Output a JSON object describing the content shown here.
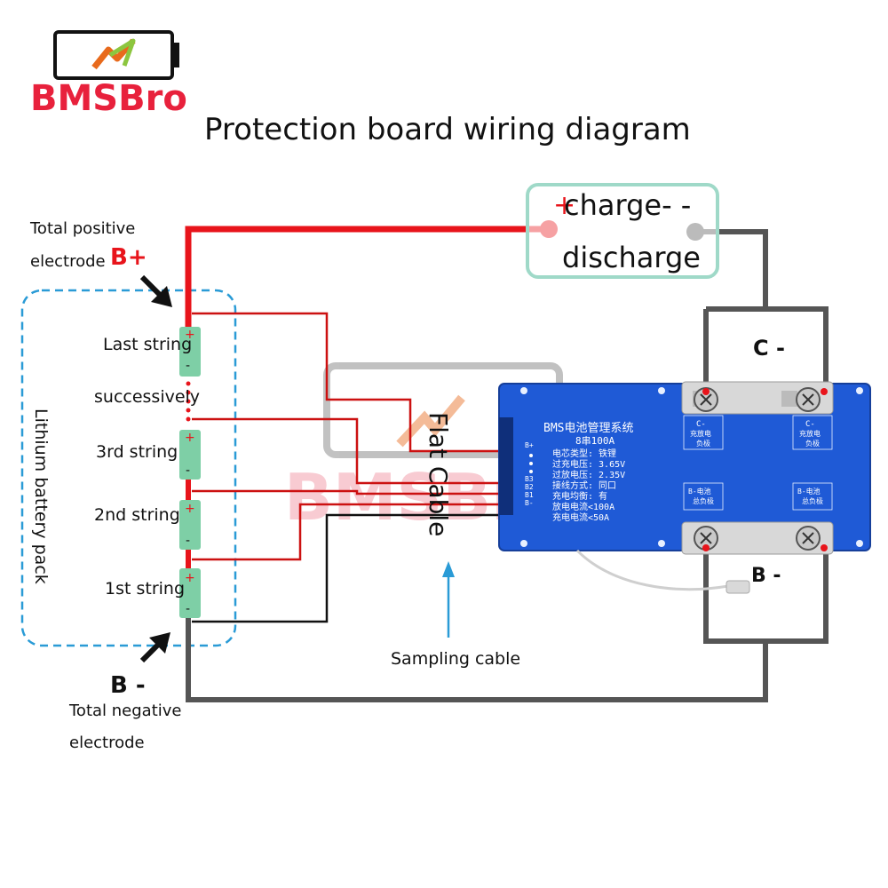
{
  "brand": {
    "name": "BMSBro",
    "watermark": "BMSBro",
    "color": "#e8213c"
  },
  "title": "Protection board wiring diagram",
  "battery_pack": {
    "label": "Lithium battery pack",
    "positive_label_line1": "Total positive",
    "positive_label_line2": "electrode",
    "positive_symbol": "B+",
    "negative_symbol": "B -",
    "negative_label_line1": "Total negative",
    "negative_label_line2": "electrode",
    "strings": [
      "Last string",
      "successively",
      "3rd string",
      "2nd string",
      "1st string"
    ],
    "cell_plus": "+",
    "cell_minus": "-"
  },
  "load": {
    "plus": "+",
    "line1": "charge- -",
    "line2": "discharge"
  },
  "cables": {
    "flat_cable": "Flat Cable",
    "sampling_cable": "Sampling cable"
  },
  "terminals": {
    "c_minus": "C -",
    "b_minus": "B -"
  },
  "bms_board": {
    "title": "BMS电池管理系统",
    "subtitle": "8串100A",
    "specs": [
      "电芯类型: 铁锂",
      "过充电压: 3.65V",
      "过放电压: 2.35V",
      "接线方式: 同口",
      "充电均衡: 有",
      "放电电流<100A",
      "充电电流<50A"
    ],
    "pins": [
      "B+",
      "B3",
      "B2",
      "B1",
      "B-"
    ],
    "pad_c_top": "C-",
    "pad_c_line2": "充放电",
    "pad_c_line3": "负极",
    "pad_b_top": "B-电池",
    "pad_b_line2": "总负极"
  },
  "colors": {
    "positive_wire": "#e8141b",
    "negative_wire": "#555555",
    "sense_wire": "#cc1111",
    "dashed_border": "#2a9bd6",
    "load_border": "#9fd9c8",
    "board": "#1f5ad6",
    "cell": "#7ecfa6",
    "arrow": "#2a9bd6"
  }
}
